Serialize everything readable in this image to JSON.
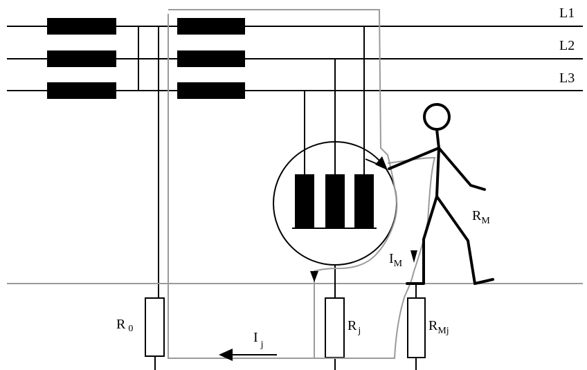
{
  "lines": [
    {
      "name": "L1"
    },
    {
      "name": "L2"
    },
    {
      "name": "L3"
    }
  ],
  "labels": {
    "r0": {
      "main": "R",
      "sub": "0"
    },
    "rj": {
      "main": "R",
      "sub": "j"
    },
    "rmj": {
      "main": "R",
      "sub": "Mj"
    },
    "rm": {
      "main": "R",
      "sub": "M"
    },
    "im": {
      "main": "I",
      "sub": "M"
    },
    "ij": {
      "main": "I",
      "sub": "j"
    }
  },
  "colors": {
    "wire": "#000000",
    "fault_path": "#9a9a9a",
    "ground": "#9a9a9a",
    "winding": "#000000"
  }
}
